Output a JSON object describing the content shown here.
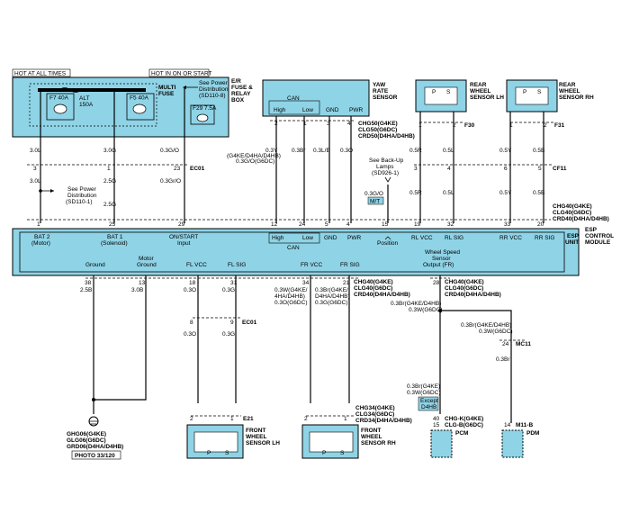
{
  "headers": {
    "hot_at_all_times": "HOT AT ALL TIMES",
    "hot_in_on_start": "HOT IN ON OR START"
  },
  "fuse_box": {
    "title": [
      "E/R",
      "FUSE &",
      "RELAY",
      "BOX"
    ],
    "multi_fuse": [
      "MULTI",
      "FUSE"
    ],
    "f7": "F7 40A",
    "f5": "F5 40A",
    "f29": "F29 7.5A",
    "alt": [
      "ALT",
      "150A"
    ],
    "see_power_top": [
      "See Power",
      "Distribution",
      "(SD110-8)"
    ]
  },
  "yaw_sensor": {
    "title": [
      "YAW",
      "RATE",
      "SENSOR"
    ],
    "labels": [
      "CAN",
      "High",
      "Low",
      "GND",
      "PWR"
    ],
    "pins": [
      "2",
      "1",
      "3",
      "4"
    ],
    "connector": [
      "CHG50(G4KE)",
      "CLG50(G6DC)",
      "CRD50(D4HA/D4HB)"
    ]
  },
  "rear_lh": {
    "title": [
      "REAR",
      "WHEEL",
      "SENSOR LH"
    ],
    "pins": [
      "1",
      "2"
    ],
    "connector": "F30",
    "ps": [
      "P",
      "S"
    ]
  },
  "rear_rh": {
    "title": [
      "REAR",
      "WHEEL",
      "SENSOR RH"
    ],
    "pins": [
      "1",
      "2"
    ],
    "connector": "F31",
    "ps": [
      "P",
      "S"
    ]
  },
  "mid_wires": {
    "w1": "3.0L",
    "w2": "3.0G",
    "w3": "0.3G/O",
    "yaw_y": [
      "0.3Y",
      "(G4KE/D4HA/D4HB)",
      "0.3G/O(G6DC)"
    ],
    "yaw_br": "0.3Br",
    "yaw_lb": "0.3L/B",
    "yaw_o": "0.3O",
    "rl_r": "0.5R",
    "rl_l": "0.5L",
    "rr_y": "0.5Y",
    "rr_b": "0.5B",
    "ec01_pins": [
      "3",
      "1",
      "23"
    ],
    "ec01": "EC01",
    "cf11_pins": [
      "3",
      "4",
      "6",
      "5"
    ],
    "cf11": "CF11",
    "low_w1": "3.0L",
    "low_w2": "2.5G",
    "low_w3": "0.3Gr/O",
    "backup": [
      "See Back-Up",
      "Lamps",
      "(SD926-1)"
    ],
    "backup_wire": "0.3G/O",
    "mt": "M/T",
    "see_power_mid": [
      "See Power",
      "Distribution",
      "(SD110-1)"
    ],
    "low_w2b": "2.5G",
    "rl_r2": "0.5R",
    "rl_l2": "0.5L",
    "rr_y2": "0.5Y",
    "rr_b2": "0.5B"
  },
  "esp_top_connector": [
    "CHG40(G4KE)",
    "CLG40(G6DC)",
    "CRD40(D4HA/D4HB)"
  ],
  "esp_unit": {
    "label": [
      "ESP",
      "UNIT"
    ],
    "title": [
      "ESP",
      "CONTROL",
      "MODULE"
    ],
    "top_pins": [
      "1",
      "25",
      "29",
      "12",
      "24",
      "5",
      "4",
      "15",
      "19",
      "32",
      "33",
      "20"
    ],
    "top_labels": [
      "BAT 2",
      "(Motor)",
      "BAT 1",
      "(Solenoid)",
      "ON/START",
      "Input",
      "High",
      "Low",
      "CAN",
      "GND",
      "PWR",
      "Position",
      "RL VCC",
      "RL SIG",
      "RR VCC",
      "RR SIG"
    ],
    "bottom_labels": [
      "Ground",
      "Motor",
      "Ground",
      "FL VCC",
      "FL SIG",
      "FR VCC",
      "FR SIG",
      "Wheel Speed",
      "Sensor",
      "Output (FR)"
    ],
    "bottom_pins": [
      "38",
      "13",
      "18",
      "31",
      "34",
      "21",
      "28"
    ]
  },
  "bottom": {
    "w_gnd1": "2.5B",
    "w_gnd2": "3.0B",
    "fl_o": "0.3O",
    "fl_g": "0.3G",
    "fr_w": [
      "0.3W(G4KE/",
      "4HA/D4HB)",
      "0.3O(G6DC)"
    ],
    "fr_br": [
      "0.3Br(G4KE/",
      "D4HA/D4HB)",
      "0.3G(G6DC)"
    ],
    "fr_conn": [
      "CHG40(G4KE)",
      "CLG40(G6DC)",
      "CRD40(D4HA/D4HB)"
    ],
    "ec01_pins": [
      "8",
      "9"
    ],
    "ec01": "EC01",
    "fl_o2": "0.3O",
    "fl_g2": "0.3G",
    "e21_pins": [
      "2",
      "1"
    ],
    "e21": "E21",
    "fl_title": [
      "FRONT",
      "WHEEL",
      "SENSOR LH"
    ],
    "fr_conn2": [
      "CHG34(G4KE)",
      "CLG34(G6DC)",
      "CRD34(D4HA/D4HB)"
    ],
    "fr_pins": [
      "2",
      "1"
    ],
    "fr_title": [
      "FRONT",
      "WHEEL",
      "SENSOR RH"
    ],
    "ws_wire": [
      "0.3Br(G4KE/D4HB)",
      "0.3W(G6DC)"
    ],
    "mc11_wire": [
      "0.3Br(G4KE/D4HB)",
      "0.3W(G6DC)"
    ],
    "mc11_pin": "24",
    "mc11": "MC11",
    "mc11_low": "0.3Br",
    "pcm_wire": [
      "0.3Br(G4KE)",
      "0.3W(G6DC)"
    ],
    "except": [
      "Except",
      "D4HB"
    ],
    "pcm_pins": [
      "40",
      "15"
    ],
    "pcm_conn": [
      "CHG-K(G4KE)",
      "CLG-B(G6DC)"
    ],
    "pcm": "PCM",
    "pdm_pin": "14",
    "pdm_conn": "M11-B",
    "pdm": "PDM",
    "ground": [
      "GHG06(G4KE)",
      "GLG06(G6DC)",
      "GRD06(D4HA/D4HB)"
    ],
    "photo": "PHOTO 33/120"
  }
}
